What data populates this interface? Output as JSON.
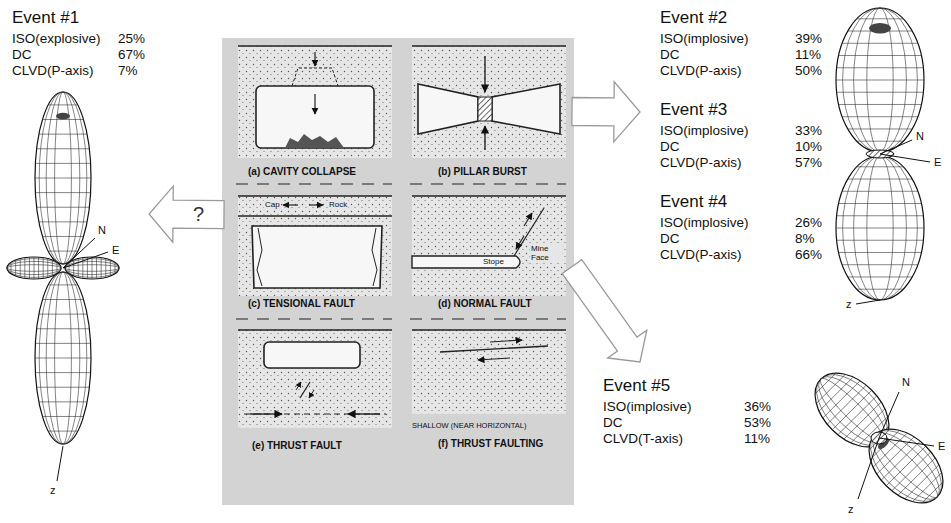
{
  "diagram": {
    "nodes": [
      {
        "text": [
          "(a) CAVITY COLLAPSE"
        ]
      },
      {
        "text": [
          "(b) PILLAR BURST"
        ]
      },
      {
        "text": [
          "Cap",
          "Rock",
          "(c) TENSIONAL FAULT"
        ]
      },
      {
        "text": [
          "Stope",
          "Mine Face",
          "(d) NORMAL FAULT"
        ]
      },
      {
        "text": [
          "(e) THRUST FAULT"
        ]
      },
      {
        "text": [
          "SHALLOW (NEAR HORIZONTAL)",
          "(f) THRUST FAULTING"
        ]
      },
      {
        "text": [
          "Event #1",
          "ISO(explosive)",
          "25%",
          "DC",
          "67%",
          "CLVD(P-axis)",
          "7%"
        ]
      },
      {
        "text": [
          "Event #2",
          "ISO(implosive)",
          "39%",
          "DC",
          "11%",
          "CLVD(P-axis)",
          "50%",
          "Event #3",
          "ISO(implosive)",
          "33%",
          "DC",
          "10%",
          "CLVD(P-axis)",
          "57%",
          "Event #4",
          "ISO(implosive)",
          "26%",
          "DC",
          "8%",
          "CLVD(P-axis)",
          "66%"
        ]
      },
      {
        "text": [
          "Event #5",
          "ISO(implosive)",
          "36%",
          "DC",
          "53%",
          "CLVD(T-axis)",
          "11%"
        ]
      }
    ],
    "edges": [
      {
        "from": 2,
        "to": 6,
        "arrow": "to",
        "label": "?"
      },
      {
        "from": 1,
        "to": 7,
        "arrow": "to"
      },
      {
        "from": 3,
        "to": 8,
        "arrow": "to"
      }
    ],
    "labels": [
      "N",
      "E",
      "z",
      "N",
      "E",
      "z",
      "N",
      "E",
      "z"
    ]
  }
}
